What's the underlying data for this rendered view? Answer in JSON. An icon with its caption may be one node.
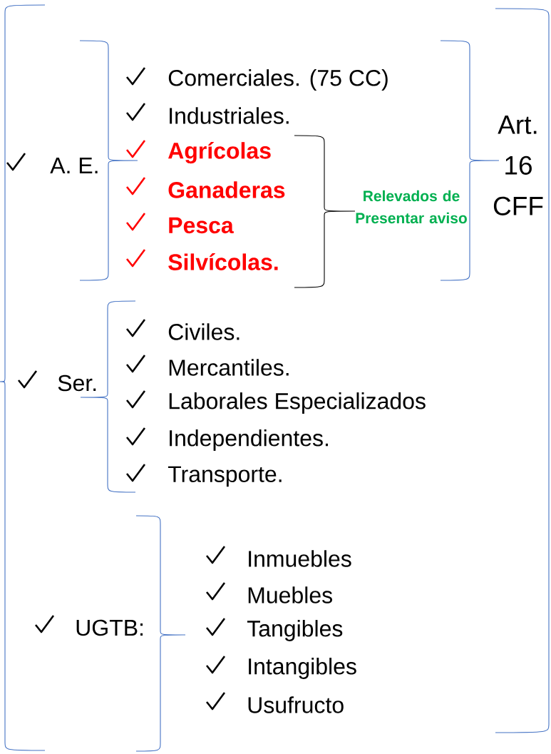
{
  "diagram": {
    "labels": [
      "Comerciales. (75 CC)",
      "Industriales.",
      "Art. 16 CFF",
      "A. E.",
      "Agrícolas",
      "Ganaderas",
      "Relevados de Presentar aviso",
      "Pesca",
      "Silvícolas.",
      "Civiles.",
      "Ser.",
      "Mercantiles.",
      "Laborales Especializados",
      "Independientes.",
      "Transporte.",
      "Inmuebles",
      "Muebles",
      "UGTB:",
      "Tangibles",
      "Intangibles",
      "Usufructo"
    ]
  }
}
